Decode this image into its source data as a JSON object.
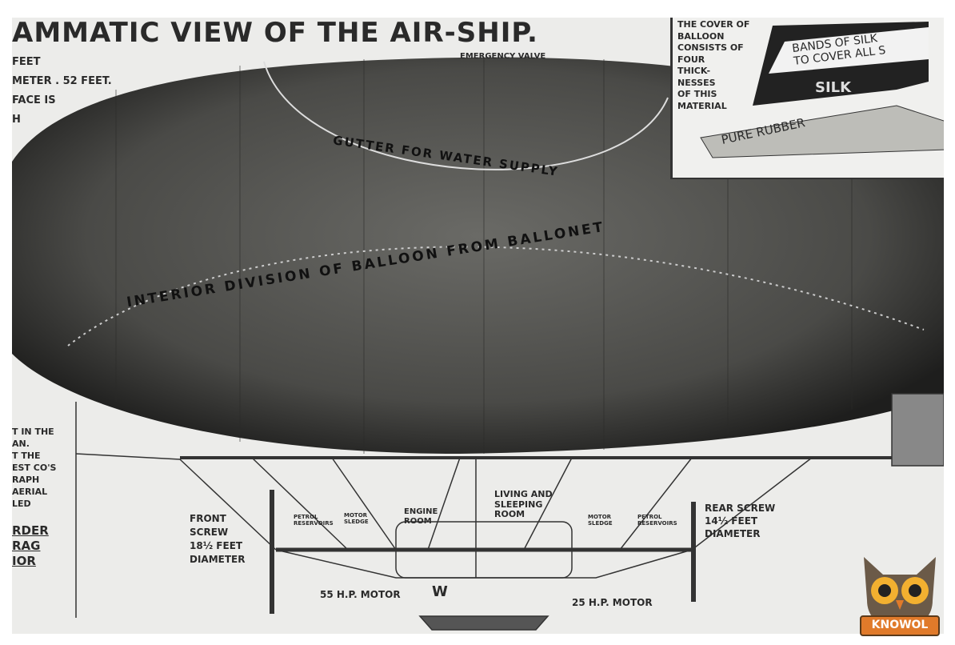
{
  "title": "AMMATIC VIEW OF THE AIR-SHIP.",
  "left_notes": {
    "top": [
      "FEET",
      "METER . 52 FEET.",
      "FACE IS",
      "H"
    ],
    "middle": [
      "T IN THE",
      "AN.",
      "T THE",
      "EST CO'S",
      "RAPH",
      "AERIAL",
      "LED"
    ],
    "bottom": [
      "RDER",
      "RAG",
      "IOR"
    ]
  },
  "balloon_labels": {
    "emergency_valve": "EMERGENCY VALVE",
    "water_supply": "GUTTER FOR WATER SUPPLY",
    "interior_division": "INTERIOR DIVISION OF BALLOON FROM BALLONET"
  },
  "inset": {
    "caption": [
      "THE COVER OF",
      "BALLOON",
      "CONSISTS OF",
      "FOUR",
      "THICK-",
      "NESSES",
      "OF THIS",
      "MATERIAL"
    ],
    "bands": [
      "BANDS OF SILK",
      "TO COVER ALL S"
    ],
    "silk": "SILK",
    "rubber": "PURE RUBBER"
  },
  "gondola_labels": {
    "front_screw": [
      "FRONT",
      "SCREW",
      "18½ FEET",
      "DIAMETER"
    ],
    "rear_screw": [
      "REAR SCREW",
      "14½ FEET",
      "DIAMETER"
    ],
    "petrol_left": [
      "PETROL",
      "RESERVOIRS"
    ],
    "motor_sledge_left": [
      "MOTOR",
      "SLEDGE"
    ],
    "engine_room": [
      "ENGINE",
      "ROOM"
    ],
    "living_room": [
      "LIVING AND",
      "SLEEPING",
      "ROOM"
    ],
    "motor_sledge_right": [
      "MOTOR",
      "SLEDGE"
    ],
    "petrol_right": [
      "PETROL",
      "RESERVOIRS"
    ],
    "motor_55": "55 H.P. MOTOR",
    "motor_25": "25 H.P. MOTOR",
    "w_mark": "W"
  },
  "watermark": "KNOWOL",
  "logo_text": "KNOWOL",
  "colors": {
    "balloon": "#3a3a38",
    "paper": "#ececea",
    "logo_orange": "#e07a2a"
  }
}
